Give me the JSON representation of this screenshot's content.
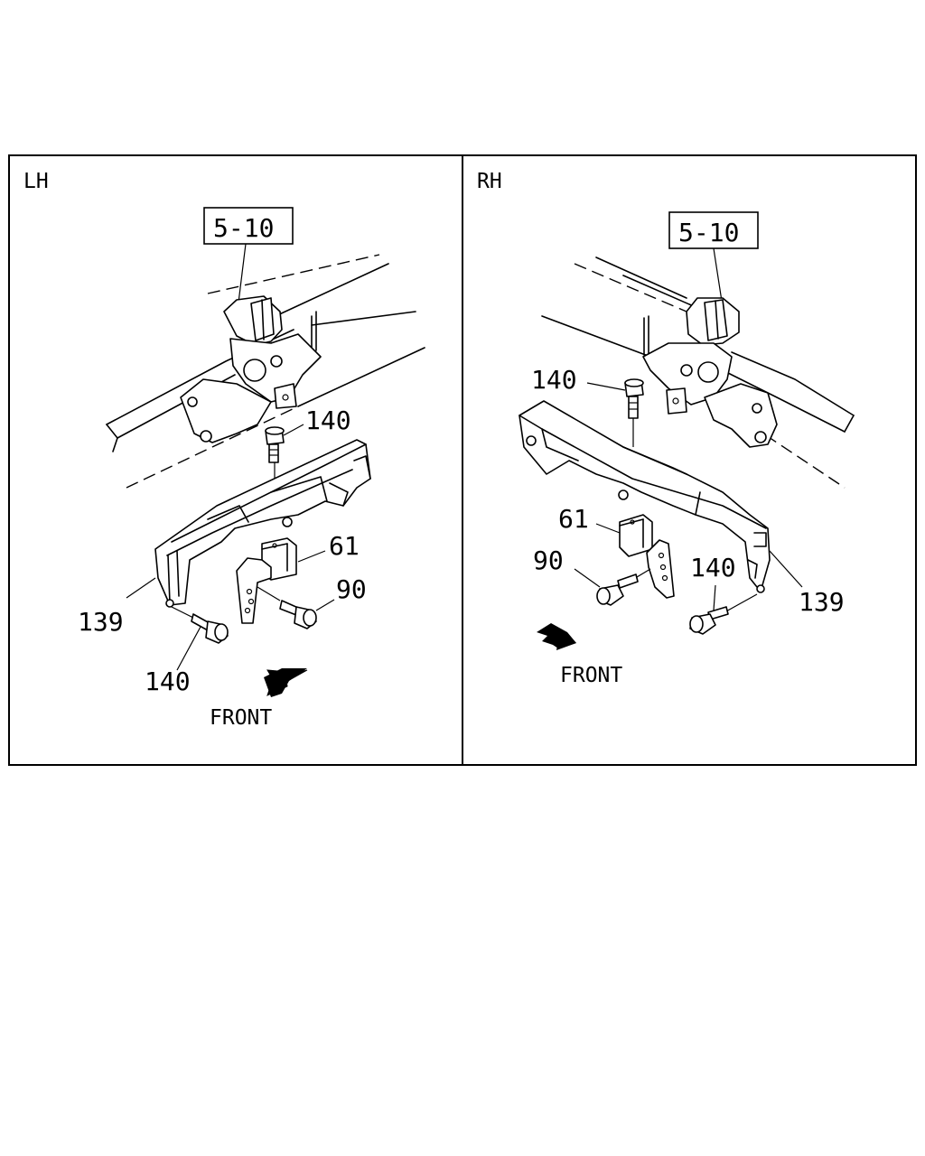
{
  "panels": {
    "left": {
      "side_label": "LH",
      "ref_box": "5-10",
      "front_label": "FRONT",
      "callouts": {
        "bolt_top": "140",
        "bracket_61": "61",
        "bolt_90": "90",
        "bracket_139": "139",
        "bolt_bottom": "140"
      }
    },
    "right": {
      "side_label": "RH",
      "ref_box": "5-10",
      "front_label": "FRONT",
      "callouts": {
        "bolt_top": "140",
        "bracket_61": "61",
        "bolt_90": "90",
        "bolt_bottom": "140",
        "bracket_139": "139"
      }
    }
  }
}
